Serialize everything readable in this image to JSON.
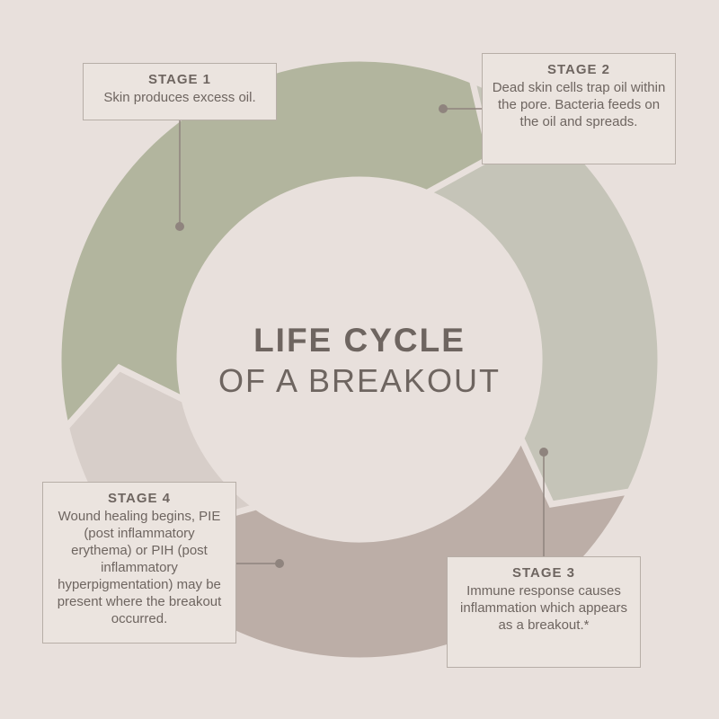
{
  "title": {
    "line1": "LIFE CYCLE",
    "line2": "OF A BREAKOUT"
  },
  "stages": [
    {
      "name": "STAGE 1",
      "description": "Skin produces excess oil."
    },
    {
      "name": "STAGE 2",
      "description": "Dead skin cells trap oil within the pore. Bacteria feeds on the oil and spreads."
    },
    {
      "name": "STAGE 3",
      "description": "Immune response causes inflammation which appears as a breakout.*"
    },
    {
      "name": "STAGE 4",
      "description": "Wound healing begins, PIE (post inflammatory erythema) or PIH (post inflammatory hyperpigmentation) may be present where the breakout occurred."
    }
  ],
  "colors": {
    "background": "#e8e0dc",
    "stage1": "#b2b59e",
    "stage2": "#c5c4b8",
    "stage3": "#bcaea7",
    "stage4": "#d7cec9",
    "center": "#e8e0dc",
    "text": "#6e6560",
    "connector": "#8f847e"
  }
}
